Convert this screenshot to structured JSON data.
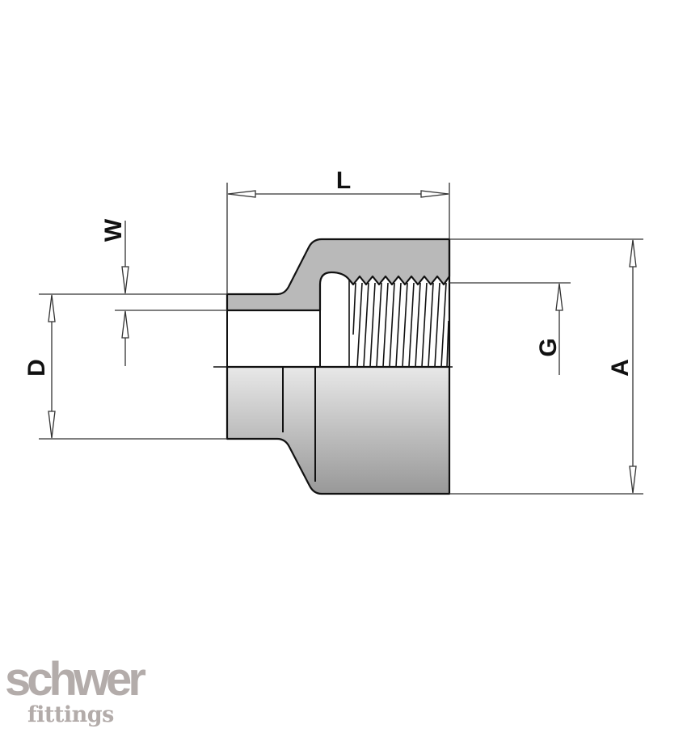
{
  "diagram": {
    "type": "technical-drawing",
    "subject": "reducing insert fitting (half section, threaded socket)",
    "colors": {
      "section_fill": "#b9b9b9",
      "body_gradient_top": "#e6e6e6",
      "body_gradient_bottom": "#9a9a9a",
      "outline": "#111111",
      "dimension_line": "#333333"
    },
    "dimensions": {
      "L": "L",
      "W": "W",
      "D": "D",
      "G": "G",
      "A": "A"
    }
  },
  "logo": {
    "brand": "schwer",
    "sub": "fittings",
    "color": "#b3acaa"
  }
}
